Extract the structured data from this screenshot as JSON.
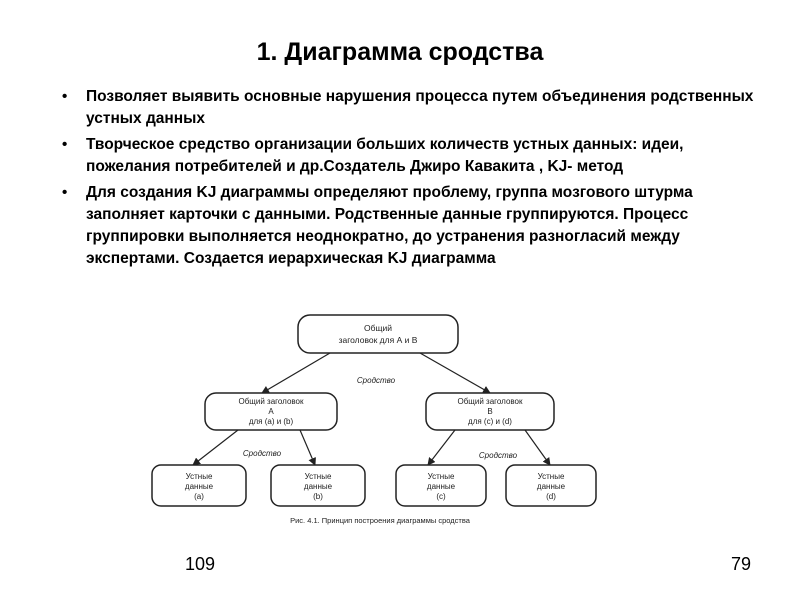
{
  "slide": {
    "title": "1. Диаграмма сродства",
    "bullets": [
      "Позволяет выявить основные нарушения процесса путем объединения родственных устных данных",
      "Творческое средство организации больших количеств устных данных: идеи, пожелания потребителей и др.Создатель Джиро Кавакита , KJ- метод",
      "Для создания KJ диаграммы определяют проблему, группа мозгового штурма заполняет карточки с данными. Родственные данные группируются. Процесс группировки выполняется неоднократно, до устранения разногласий между экспертами. Создается иерархическая KJ диаграмма"
    ],
    "bullet_symbol": "•",
    "footer_left": "109",
    "footer_right": "79"
  },
  "diagram": {
    "top_box": [
      "Общий",
      "заголовок для А и В"
    ],
    "top_edge_label": "Сродство",
    "left_box": [
      "Общий заголовок",
      "А",
      "для (а) и (b)"
    ],
    "right_box": [
      "Общий заголовок",
      "В",
      "для (с) и (d)"
    ],
    "left_edge_label": "Сродство",
    "right_edge_label": "Сродство",
    "leaves": [
      [
        "Устные",
        "данные",
        "(а)"
      ],
      [
        "Устные",
        "данные",
        "(b)"
      ],
      [
        "Устные",
        "данные",
        "(с)"
      ],
      [
        "Устные",
        "данные",
        "(d)"
      ]
    ],
    "caption": "Рис. 4.1. Принцип построения диаграммы сродства"
  }
}
